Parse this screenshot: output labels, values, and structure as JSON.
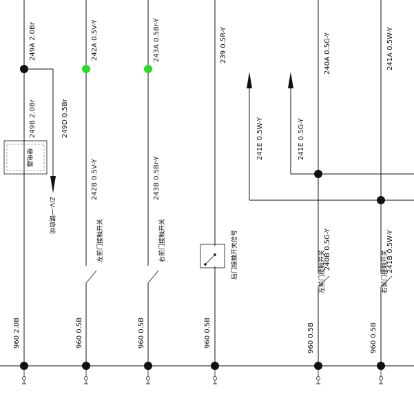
{
  "wires": {
    "c1_top": "249A 2.0Br",
    "c1_mid": "249B 2.0Br",
    "c1_branch": "249D 0.5Br",
    "c1_bottom": "960 2.0B",
    "c2_top": "242A 0.5V-Y",
    "c2_mid": "242B 0.5V-Y",
    "c2_bottom": "960 0.5B",
    "c3_top": "243A 0.5Br-Y",
    "c3_mid": "243B 0.5Br-Y",
    "c3_bottom": "960 0.5B",
    "c4_top": "239 0.5R-Y",
    "c4_bottom": "960 0.5B",
    "c5_up1": "241E 0.5W-Y",
    "c5_up2": "241E 0.5G-Y",
    "c6_top": "240A 0.5G-Y",
    "c6_mid": "240B 0.5G-Y",
    "c6_bottom": "960 0.5B",
    "c7_top": "241A 0.5W-Y",
    "c7_mid": "241B 0.5W-Y",
    "c7_bottom": "960 0.5B"
  },
  "components": {
    "relay": "继电器",
    "c1_arrow_label": "ZIV-一键启动",
    "c2_switch": "左前门接触开关",
    "c3_switch": "右前门接触开关",
    "c4_switch": "后门接触开关信号",
    "c6_switch": "左前门接触开关",
    "c7_switch": "右前门接触开关"
  },
  "colors": {
    "line": "#111111",
    "node": "#111111",
    "highlight_node": "#22dd22"
  }
}
